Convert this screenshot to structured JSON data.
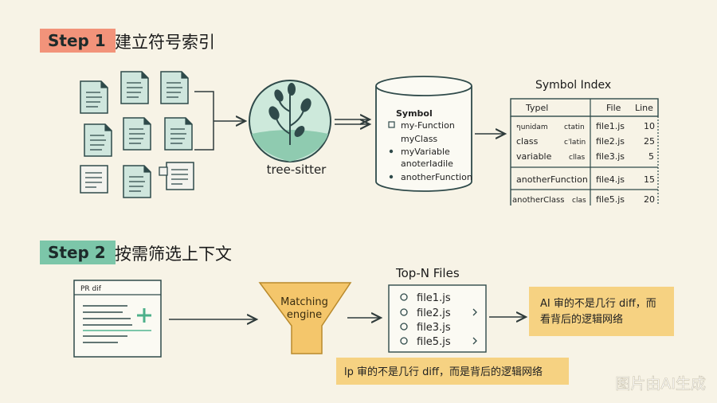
{
  "step1": {
    "badge": "Step 1",
    "title": "建立符号索引",
    "badge_color": "#f2937a"
  },
  "tree_sitter": {
    "label": "tree-sitter"
  },
  "db": {
    "heading": "Symbol",
    "items": [
      "my-Function",
      "myClass",
      "myVariable",
      "anoterIadile",
      "anotherFunction"
    ]
  },
  "symbol_index": {
    "title": "Symbol Index",
    "headers": [
      "Typel",
      "File",
      "Line"
    ],
    "rows": [
      {
        "name": "ףunidam",
        "type": "ctatin",
        "file": "file1.js",
        "line": "10"
      },
      {
        "name": "class",
        "type": "cˈlatin",
        "file": "file2.js",
        "line": "25"
      },
      {
        "name": "variable",
        "type": "cllas",
        "file": "file3.js",
        "line": "5"
      },
      {
        "name": "anotherFunction",
        "type": "",
        "file": "file4.js",
        "line": "15"
      },
      {
        "name": "anotherClass",
        "type": "clas",
        "file": "file5.js",
        "line": "20"
      }
    ]
  },
  "step2": {
    "badge": "Step 2",
    "title": "按需筛选上下文",
    "badge_color": "#7cc6a9"
  },
  "pr_diff": {
    "label": "PR dif"
  },
  "funnel": {
    "line1": "Matching",
    "line2": "engine"
  },
  "topn": {
    "title": "Top-N Files",
    "files": [
      "file1.js",
      "file2.js",
      "file3.js",
      "file5.js"
    ],
    "chevrons": [
      false,
      true,
      false,
      true
    ]
  },
  "callout_right": {
    "line1": "AI 审的不是几行 diff，而",
    "line2": "看背后的逻辑网络"
  },
  "callout_bottom": {
    "text": "lp 审的不是几行 diff，而是背后的逻辑网络"
  },
  "watermark": {
    "text": "图片由AI生成"
  },
  "colors": {
    "doc_fill": "#cfe6dd",
    "doc_stroke": "#2f4a4a",
    "tree_fill": "#cde9db",
    "funnel_fill": "#f4c66b",
    "callout_fill": "#f6d282"
  }
}
